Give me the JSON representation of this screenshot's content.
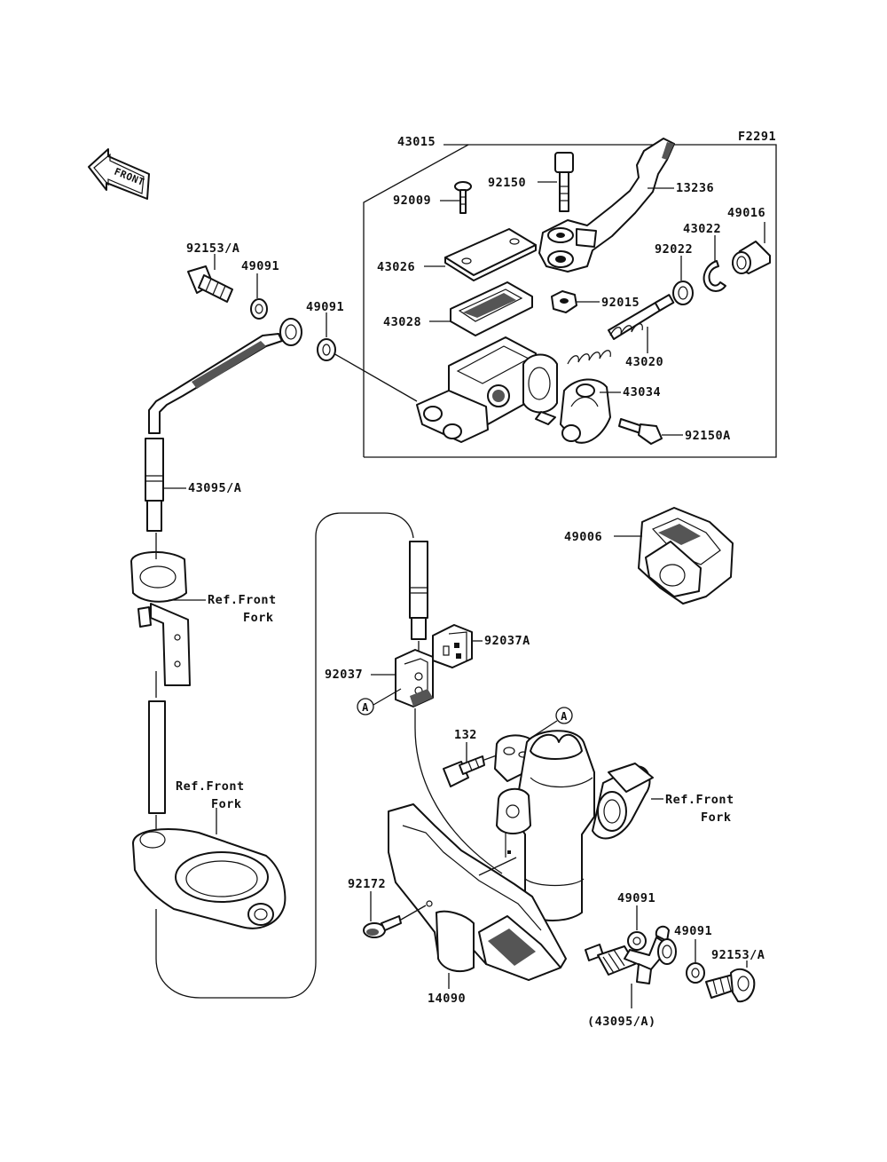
{
  "figure_code": "F2291",
  "front_label": "FRONT",
  "callouts": {
    "ref_a_1": "A",
    "ref_a_2": "A"
  },
  "labels": {
    "p43015": "43015",
    "p92150": "92150",
    "p13236": "13236",
    "p92009": "92009",
    "p49016": "49016",
    "p43022": "43022",
    "p92022": "92022",
    "p43026": "43026",
    "p92015": "92015",
    "p43028": "43028",
    "p43020": "43020",
    "p43034": "43034",
    "p92150A": "92150A",
    "p92153A_top": "92153/A",
    "p49091_top_left": "49091",
    "p49091_top_mid": "49091",
    "p43095A": "43095/A",
    "p49006": "49006",
    "ref_front_fork_1a": "Ref.Front",
    "ref_front_fork_1b": "Fork",
    "p92037A": "92037A",
    "p92037": "92037",
    "p132": "132",
    "ref_front_fork_2a": "Ref.Front",
    "ref_front_fork_2b": "Fork",
    "ref_front_fork_3a": "Ref.Front",
    "ref_front_fork_3b": "Fork",
    "p92172": "92172",
    "p49091_bottom_a": "49091",
    "p49091_bottom_b": "49091",
    "p92153A_bottom": "92153/A",
    "p14090": "14090",
    "p43095A_paren": "(43095/A)"
  }
}
